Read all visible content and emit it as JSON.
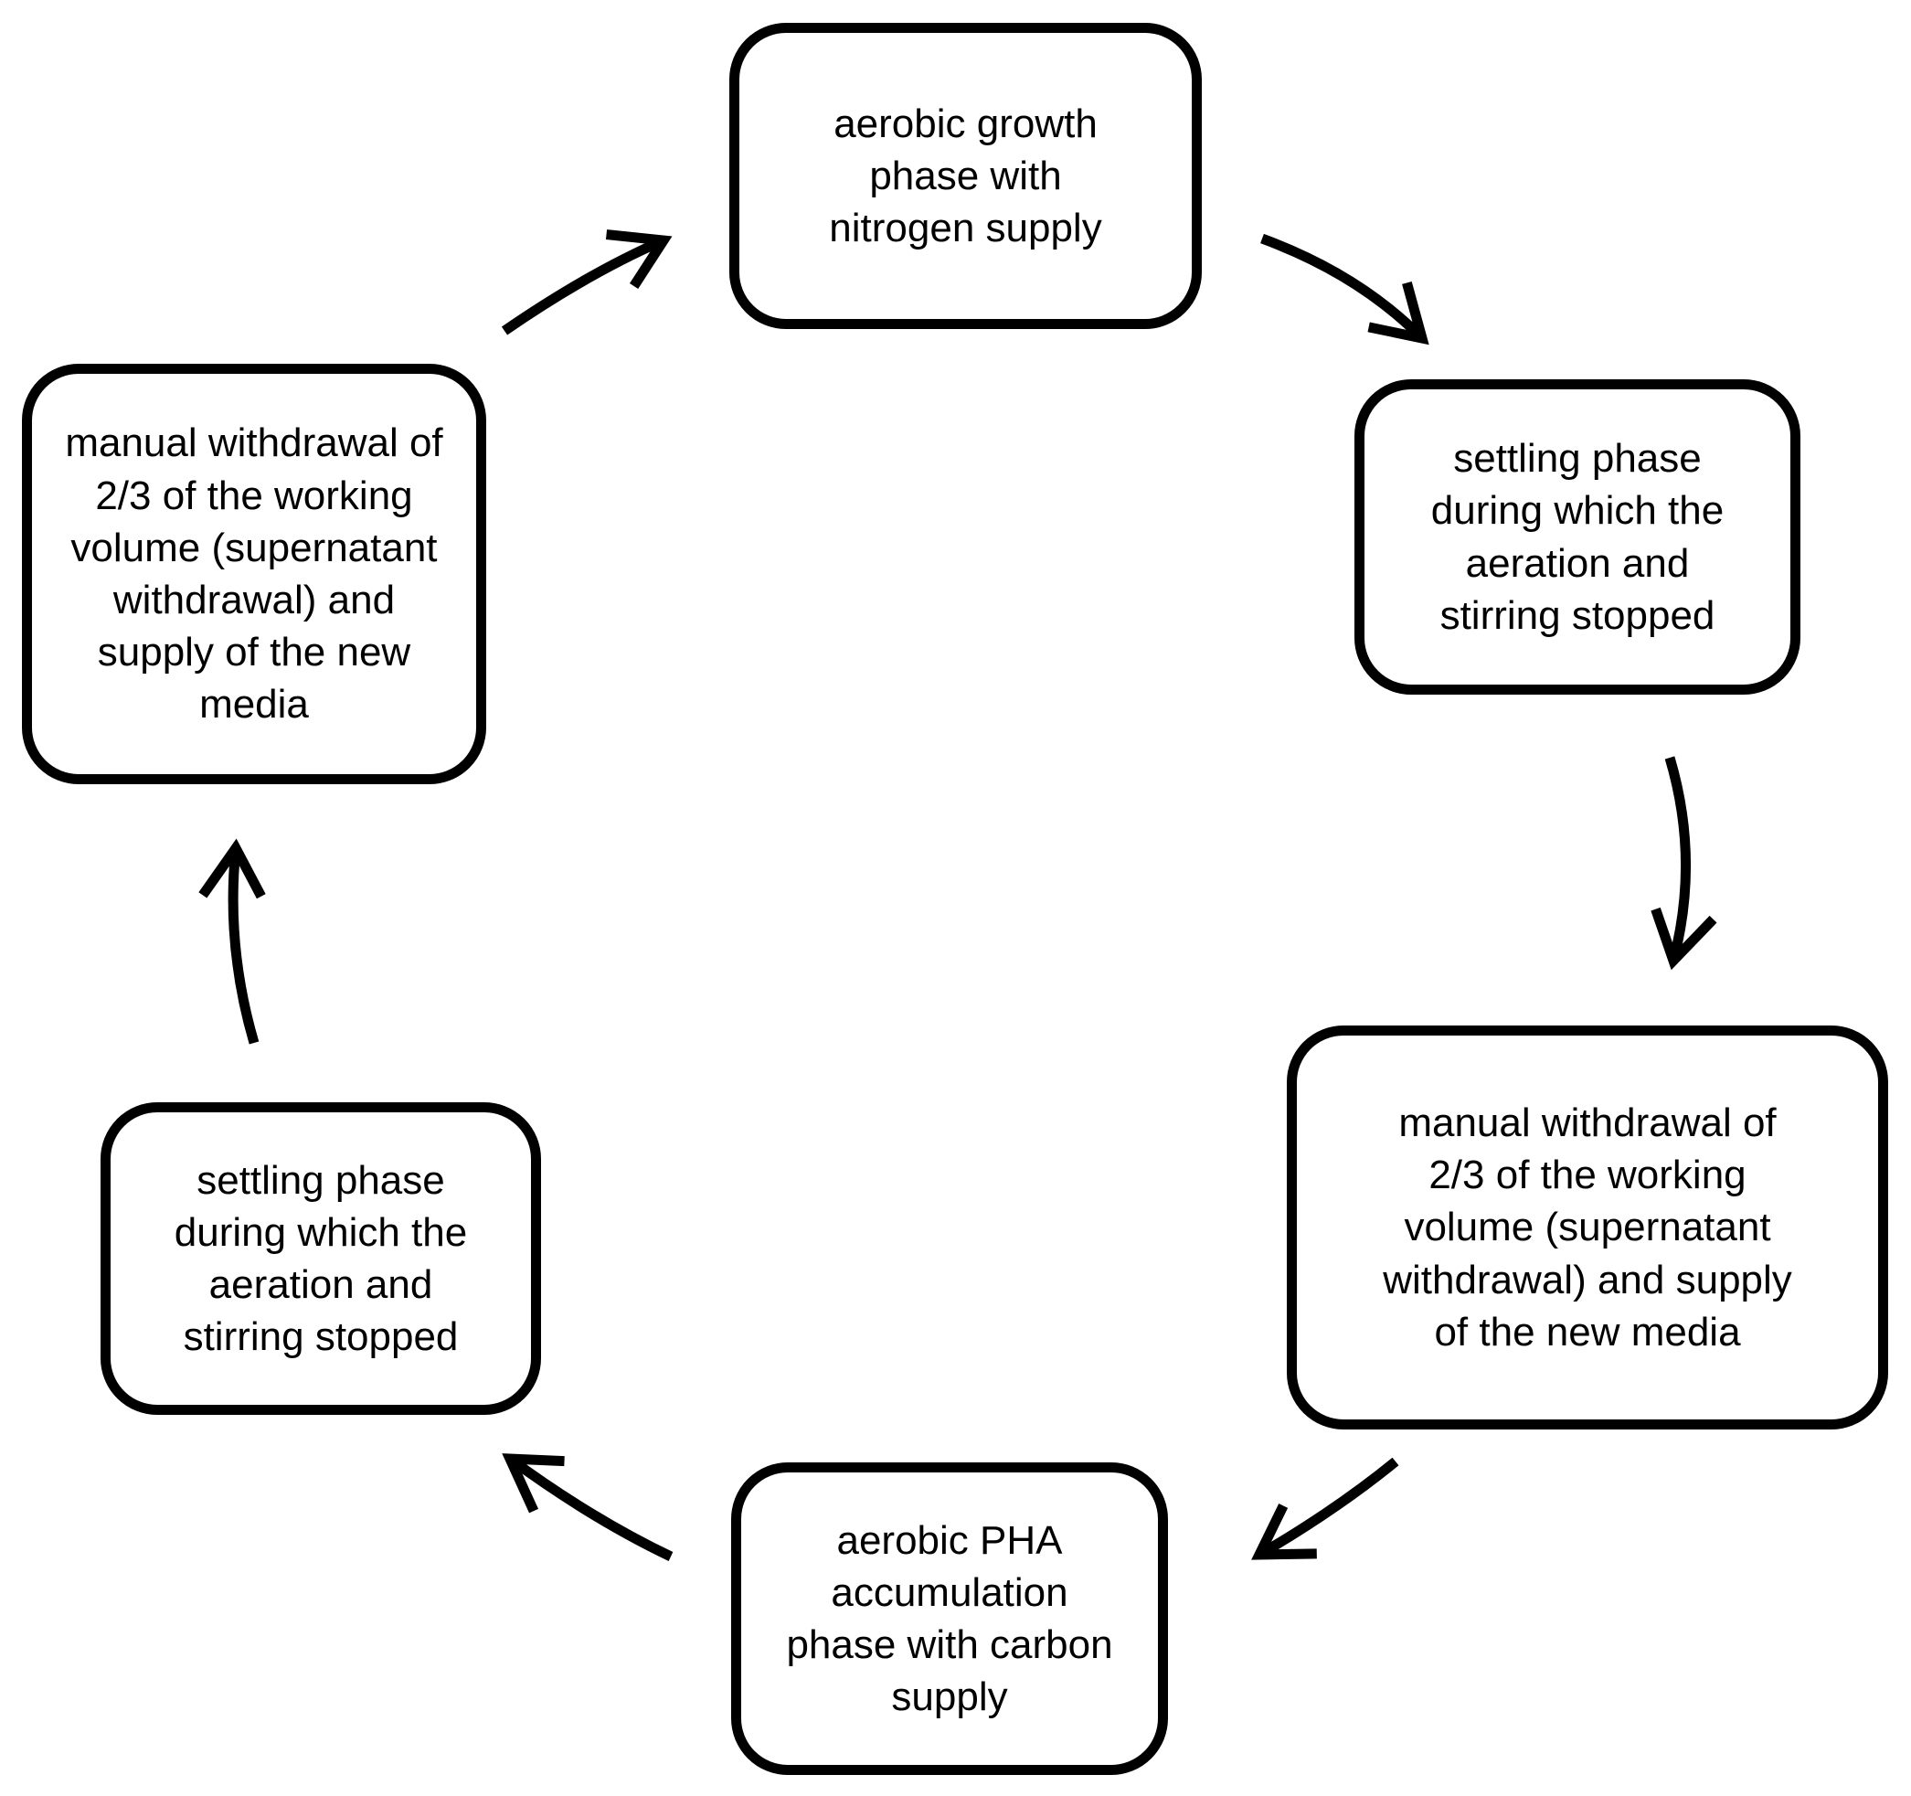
{
  "diagram": {
    "type": "cycle",
    "background_color": "#ffffff",
    "stroke_color": "#000000",
    "nodes": [
      {
        "id": "aerobic-growth-phase",
        "label": "aerobic growth\nphase with\nnitrogen supply"
      },
      {
        "id": "settling-phase-right",
        "label": "settling phase\nduring which the\naeration and\nstirring stopped"
      },
      {
        "id": "manual-withdrawal-right",
        "label": "manual withdrawal of\n2/3 of the working\nvolume (supernatant\nwithdrawal) and supply\nof the new media"
      },
      {
        "id": "aerobic-pha-accumulation",
        "label": "aerobic PHA\naccumulation\nphase with carbon\nsupply"
      },
      {
        "id": "settling-phase-left",
        "label": "settling phase\nduring which the\naeration and\nstirring stopped"
      },
      {
        "id": "manual-withdrawal-left",
        "label": "manual withdrawal of\n2/3 of the working\nvolume (supernatant\nwithdrawal) and\nsupply of the new\nmedia"
      }
    ],
    "edges": [
      {
        "from": "aerobic-growth-phase",
        "to": "settling-phase-right"
      },
      {
        "from": "settling-phase-right",
        "to": "manual-withdrawal-right"
      },
      {
        "from": "manual-withdrawal-right",
        "to": "aerobic-pha-accumulation"
      },
      {
        "from": "aerobic-pha-accumulation",
        "to": "settling-phase-left"
      },
      {
        "from": "settling-phase-left",
        "to": "manual-withdrawal-left"
      },
      {
        "from": "manual-withdrawal-left",
        "to": "aerobic-growth-phase"
      }
    ]
  }
}
